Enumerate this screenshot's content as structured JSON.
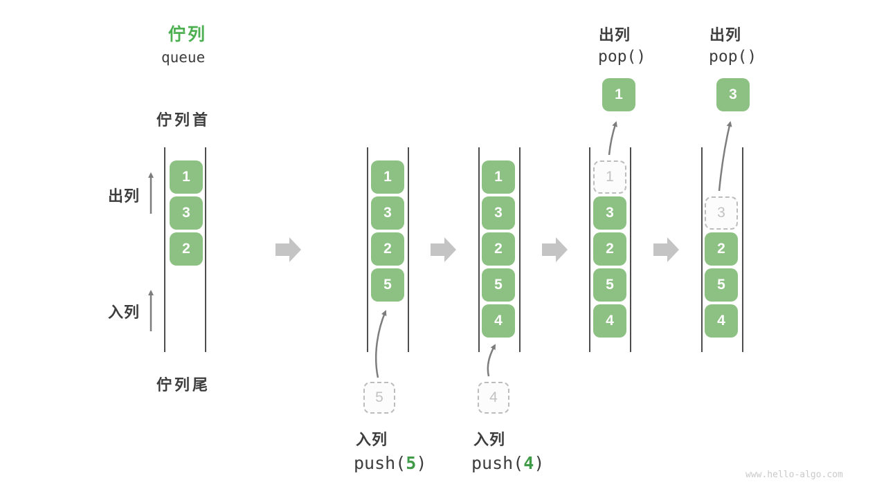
{
  "title": {
    "zh": "佇列",
    "en": "queue"
  },
  "side": {
    "front": "佇列首",
    "rear": "佇列尾",
    "dequeue": "出列",
    "enqueue": "入列"
  },
  "columns": [
    {
      "name": "state-initial",
      "cells": [
        {
          "value": "1"
        },
        {
          "value": "3"
        },
        {
          "value": "2"
        }
      ]
    },
    {
      "name": "state-after-push5",
      "cells": [
        {
          "value": "1"
        },
        {
          "value": "3"
        },
        {
          "value": "2"
        },
        {
          "value": "5"
        }
      ]
    },
    {
      "name": "state-after-push4",
      "cells": [
        {
          "value": "1"
        },
        {
          "value": "3"
        },
        {
          "value": "2"
        },
        {
          "value": "5"
        },
        {
          "value": "4"
        }
      ]
    },
    {
      "name": "state-after-pop1",
      "cells": [
        {
          "value": "1",
          "ghost": true
        },
        {
          "value": "3"
        },
        {
          "value": "2"
        },
        {
          "value": "5"
        },
        {
          "value": "4"
        }
      ]
    },
    {
      "name": "state-after-pop3",
      "cells": [
        {
          "value": "3",
          "ghost": true
        },
        {
          "value": "2"
        },
        {
          "value": "5"
        },
        {
          "value": "4"
        }
      ]
    }
  ],
  "push_ops": [
    {
      "label": "入列",
      "fn_open": "push(",
      "arg": "5",
      "fn_close": ")",
      "ghost": "5"
    },
    {
      "label": "入列",
      "fn_open": "push(",
      "arg": "4",
      "fn_close": ")",
      "ghost": "4"
    }
  ],
  "pop_ops": [
    {
      "label": "出列",
      "code": "pop()",
      "value": "1"
    },
    {
      "label": "出列",
      "code": "pop()",
      "value": "3"
    }
  ],
  "watermark": "www.hello-algo.com",
  "colors": {
    "box_green": "#8dc183",
    "title_green": "#4caf50",
    "code_arg_green": "#3f9b47",
    "ghost_gray": "#bcbcbc",
    "thin_arrow_gray": "#7d7d7d",
    "block_arrow_gray": "#c4c4c4",
    "text_dark": "#3d3d3d",
    "watermark_gray": "#c9c9c9"
  }
}
